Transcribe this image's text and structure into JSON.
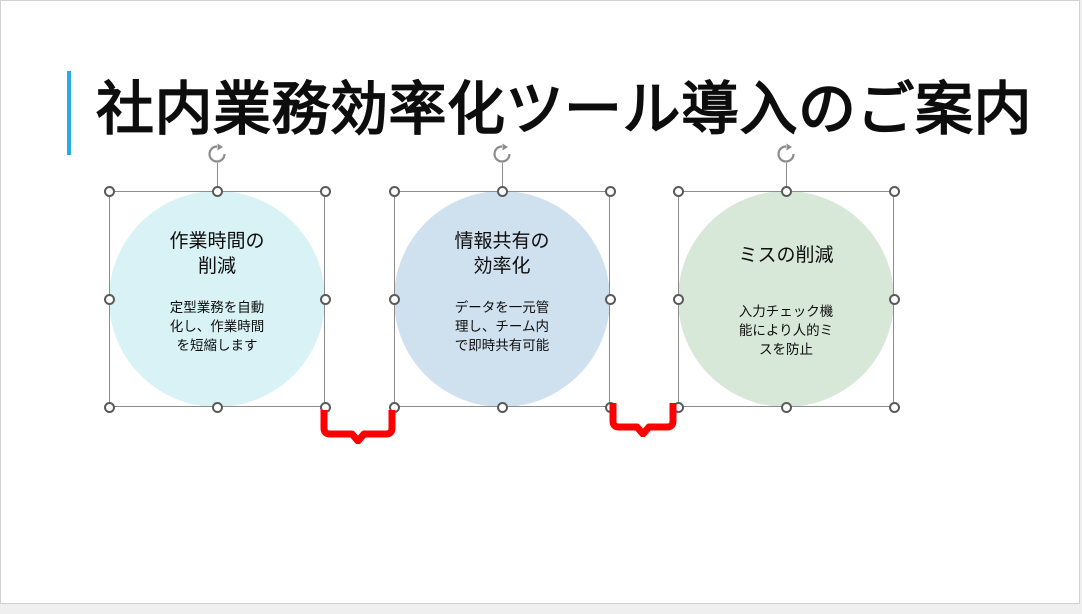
{
  "slide": {
    "title": "社内業務効率化ツール導入のご案内",
    "accent_color": "#29ABE2",
    "background_color": "#FFFFFF",
    "title_color": "#0D0D0D"
  },
  "shapes": [
    {
      "id": "shape-1",
      "name": "circle-sakugyo-jikan",
      "heading": "作業時間の\n削減",
      "heading_line1": "作業時間の",
      "heading_line2": "削減",
      "body_line1": "定型業務を自動",
      "body_line2": "化し、作業時間",
      "body_line3": "を短縮します",
      "fill_color": "#D9F2F5",
      "selected": true
    },
    {
      "id": "shape-2",
      "name": "circle-joho-kyoyu",
      "heading_line1": "情報共有の",
      "heading_line2": "効率化",
      "body_line1": "データを一元管",
      "body_line2": "理し、チーム内",
      "body_line3": "で即時共有可能",
      "fill_color": "#CFE0EF",
      "selected": true
    },
    {
      "id": "shape-3",
      "name": "circle-miss-sakugen",
      "heading_line1": "ミスの削減",
      "heading_line2": "",
      "body_line1": "入力チェック機",
      "body_line2": "能により人的ミ",
      "body_line3": "スを防止",
      "fill_color": "#D8E8D8",
      "selected": true
    }
  ],
  "annotations": {
    "color": "#FF0000",
    "brackets": [
      {
        "name": "gap-bracket-1",
        "label": ""
      },
      {
        "name": "gap-bracket-2",
        "label": ""
      }
    ]
  },
  "icons": {
    "rotate": "rotate-handle-icon",
    "handle": "resize-handle-icon"
  }
}
